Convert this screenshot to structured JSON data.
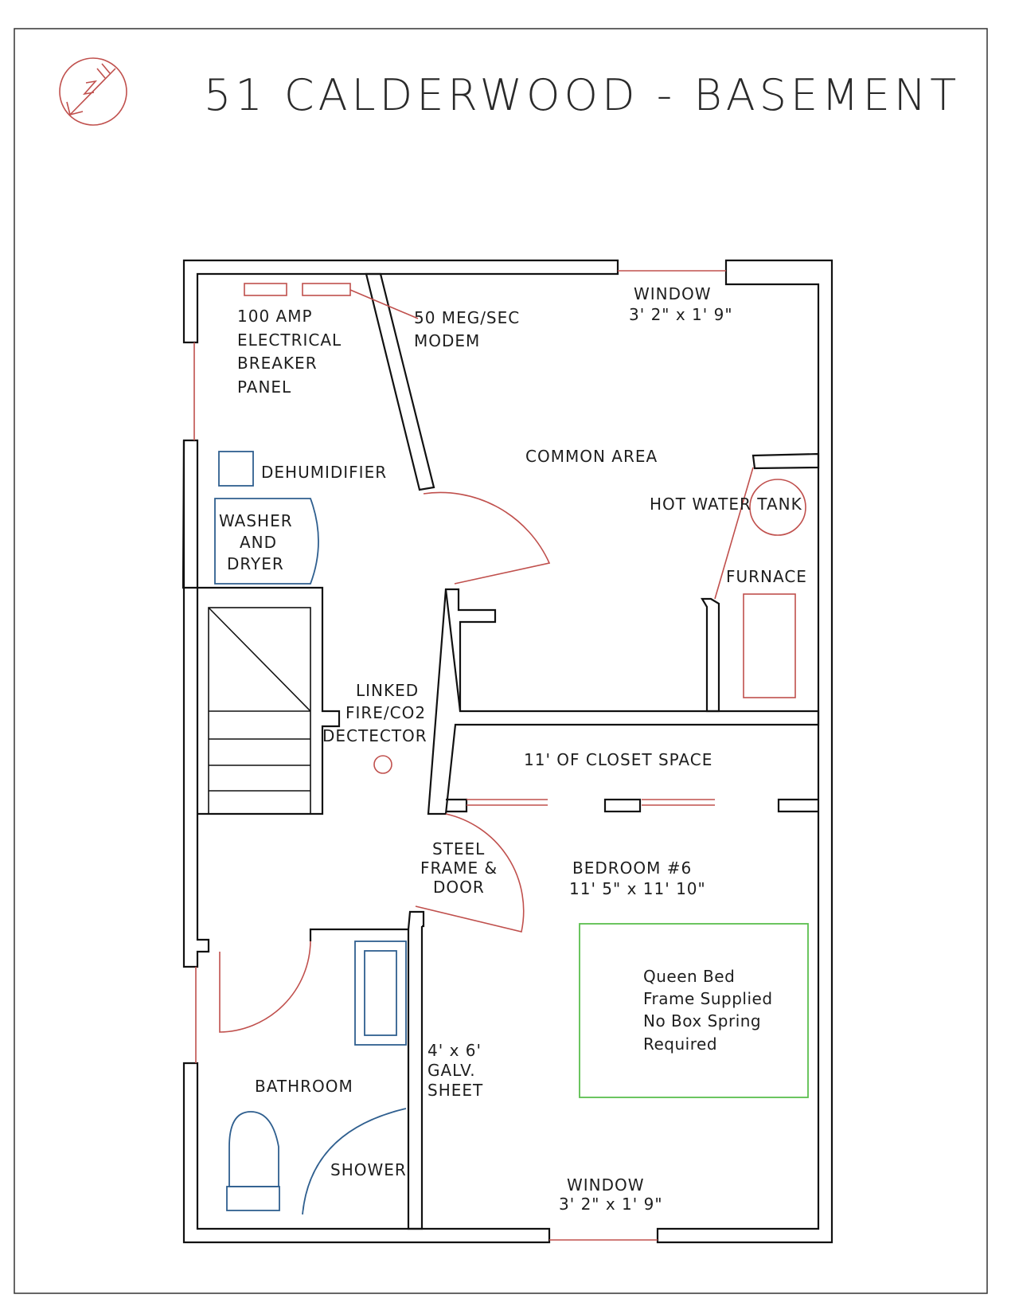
{
  "title": "51 CALDERWOOD - BASEMENT",
  "colors": {
    "walls": "#111111",
    "doors_windows_electrical": "#c0504d",
    "fixtures": "#2f5f8f",
    "bed": "#5bbf4e"
  },
  "icons": {
    "compass": "north-arrow-icon"
  },
  "labels": {
    "breaker_panel": [
      "100 AMP",
      "ELECTRICAL",
      "BREAKER",
      "PANEL"
    ],
    "modem": [
      "50 MEG/SEC",
      "MODEM"
    ],
    "window_top": {
      "name": "WINDOW",
      "size": "3' 2\" x 1' 9\""
    },
    "common_area": "COMMON AREA",
    "hot_water_tank": "HOT WATER TANK",
    "furnace": "FURNACE",
    "dehumidifier": "DEHUMIDIFIER",
    "washer_dryer": [
      "WASHER",
      "AND",
      "DRYER"
    ],
    "detector": [
      "LINKED",
      "FIRE/CO2",
      "DECTECTOR"
    ],
    "closet": "11' OF CLOSET SPACE",
    "door": [
      "STEEL",
      "FRAME &",
      "DOOR"
    ],
    "bedroom": {
      "name": "BEDROOM #6",
      "size": "11' 5\" x 11' 10\""
    },
    "bed": [
      "Queen Bed",
      "Frame Supplied",
      "No Box Spring",
      "Required"
    ],
    "galv_sheet": [
      "4' x 6'",
      "GALV.",
      "SHEET"
    ],
    "bathroom": "BATHROOM",
    "shower": "SHOWER",
    "window_bottom": {
      "name": "WINDOW",
      "size": "3' 2\" x 1' 9\""
    }
  }
}
